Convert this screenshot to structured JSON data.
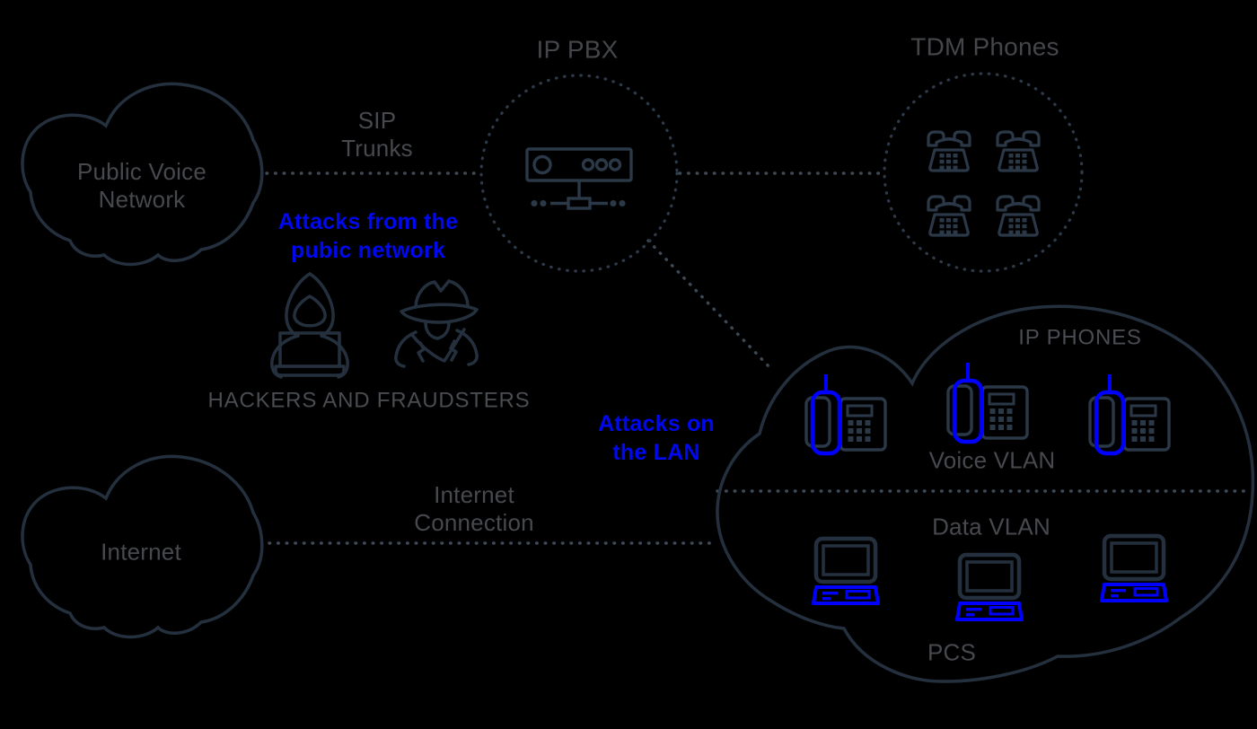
{
  "canvas": {
    "background": "#000000"
  },
  "colors": {
    "outline_slate": "#25303e",
    "icon_slate": "#2a3847",
    "dotted_line": "#3e4956",
    "dotted_circle": "#2e3a49",
    "label_gray": "#47494e",
    "attack_text_blue": "#0008f0",
    "highlight_icon_blue": "#0000ff"
  },
  "labels": {
    "public_voice_network": "Public Voice\nNetwork",
    "sip_trunks": "SIP\nTrunks",
    "ip_pbx": "IP PBX",
    "tdm_phones": "TDM Phones",
    "attacks_public": "Attacks from the\npubic network",
    "hackers_fraudsters": "HACKERS AND FRAUDSTERS",
    "attacks_lan": "Attacks on\nthe LAN",
    "internet": "Internet",
    "internet_connection": "Internet\nConnection",
    "ip_phones": "IP PHONES",
    "voice_vlan": "Voice VLAN",
    "data_vlan": "Data VLAN",
    "pcs": "PCS"
  },
  "icons": {
    "clouds": [
      "public-voice-network-cloud",
      "internet-cloud",
      "lan-cloud"
    ],
    "dotted_circles": [
      "ip-pbx-circle",
      "tdm-phones-circle"
    ],
    "devices": [
      "pbx-device-icon",
      "tdm-phone-icon",
      "ip-phone-icon",
      "pc-icon"
    ],
    "people": [
      "hacker-hoodie-icon",
      "fraudster-spy-icon"
    ],
    "links": [
      "sip-trunks-link",
      "pbx-tdm-link",
      "pbx-lan-link",
      "internet-connection-link",
      "vlan-divider-link"
    ]
  }
}
